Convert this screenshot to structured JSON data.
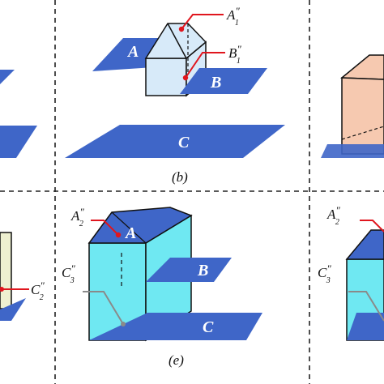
{
  "colors": {
    "plane": "#3f66c8",
    "prism_blue": "#d7eaf9",
    "prism_peach": "#f6c9b0",
    "prism_cream": "#eef0d0",
    "prism_cyan": "#6fe8f2",
    "pointer": "#e0161e",
    "gray_pointer": "#8a8a8a",
    "divider": "#222222"
  },
  "panels": {
    "b": {
      "caption": "(b)",
      "planes": {
        "A": "A",
        "B": "B",
        "C": "C"
      },
      "annotations": {
        "a1": {
          "base": "A",
          "prime": "″",
          "sub": "1"
        },
        "b1": {
          "base": "B",
          "prime": "″",
          "sub": "1"
        }
      }
    },
    "c_partial": {
      "icon": "peach-prism-fragment"
    },
    "d_partial": {
      "annotations": {
        "c2": {
          "base": "C",
          "prime": "″",
          "sub": "2"
        }
      }
    },
    "e": {
      "caption": "(e)",
      "planes": {
        "A": "A",
        "B": "B",
        "C": "C"
      },
      "annotations": {
        "a2": {
          "base": "A",
          "prime": "″",
          "sub": "2"
        },
        "c3": {
          "base": "C",
          "prime": "″",
          "sub": "3"
        }
      }
    },
    "f_partial": {
      "annotations": {
        "a2": {
          "base": "A",
          "prime": "″",
          "sub": "2"
        },
        "c3": {
          "base": "C",
          "prime": "″",
          "sub": "3"
        }
      }
    }
  }
}
